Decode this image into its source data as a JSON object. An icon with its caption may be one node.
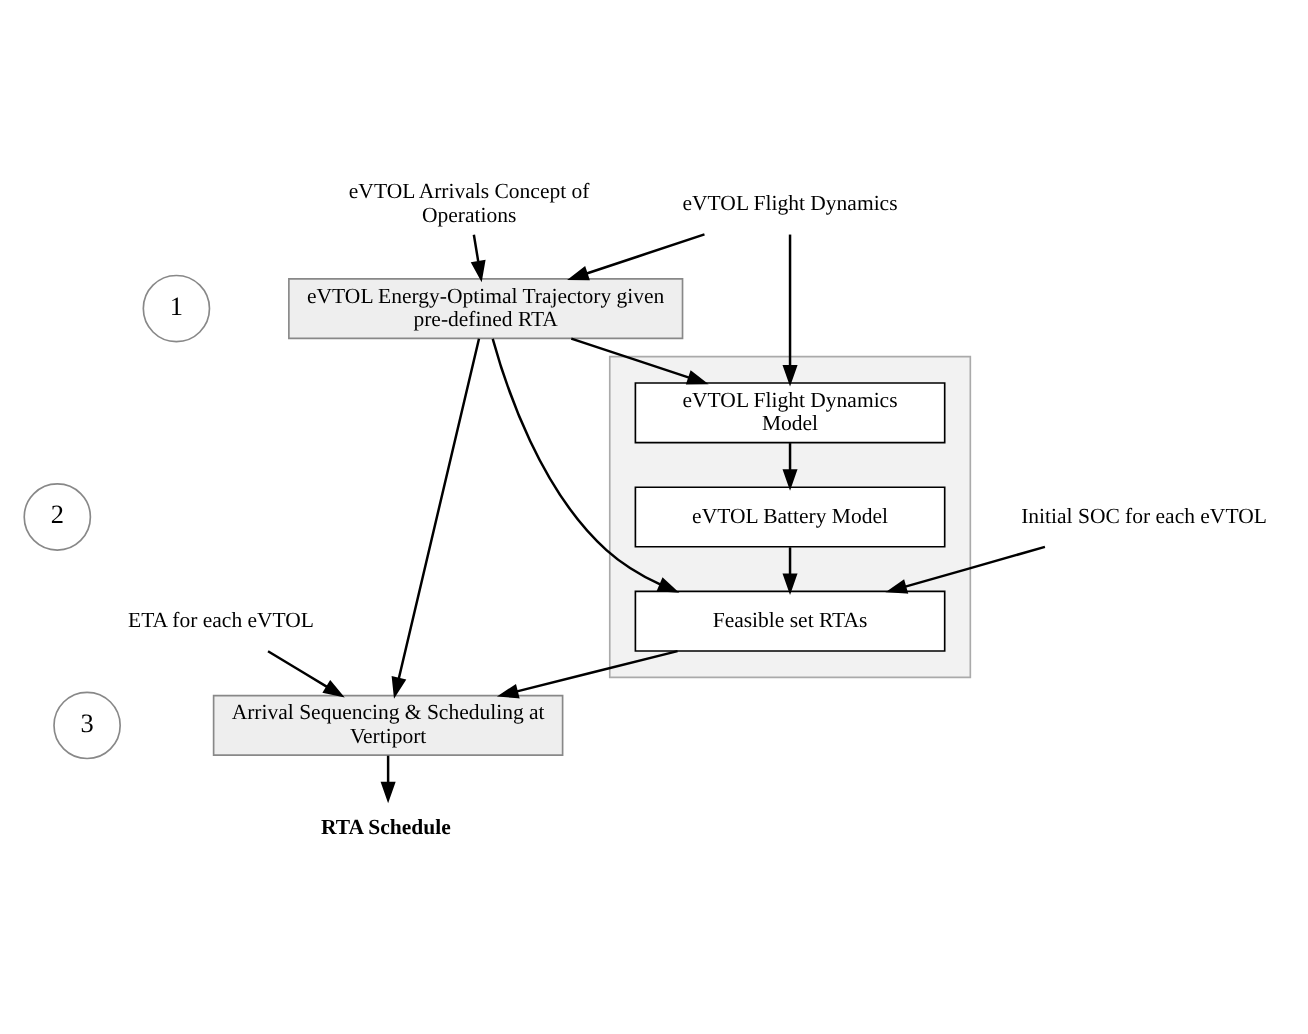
{
  "diagram": {
    "nodes": [
      {
        "text": [
          "eVTOL Arrivals Concept of Operations"
        ]
      },
      {
        "text": [
          "eVTOL Flight Dynamics"
        ]
      },
      {
        "text": [
          "1"
        ]
      },
      {
        "text": [
          "eVTOL Energy-Optimal Trajectory given pre-defined RTA"
        ]
      },
      {
        "text": [
          "2"
        ]
      },
      {
        "text": [],
        "shape": "box"
      },
      {
        "text": [
          "eVTOL Flight Dynamics Model"
        ],
        "in": 5
      },
      {
        "text": [
          "eVTOL Battery Model"
        ],
        "in": 5
      },
      {
        "text": [
          "Feasible set RTAs"
        ],
        "in": 5
      },
      {
        "text": [
          "Initial SOC for each eVTOL"
        ]
      },
      {
        "text": [
          "3"
        ]
      },
      {
        "text": [
          "Arrival Sequencing & Scheduling at Vertiport"
        ]
      },
      {
        "text": [
          "ETA for each eVTOL"
        ]
      },
      {
        "text": [
          "RTA Schedule"
        ]
      }
    ],
    "edges": [
      {
        "from": 0,
        "to": 3,
        "arrow": "to"
      },
      {
        "from": 1,
        "to": 3,
        "arrow": "to"
      },
      {
        "from": 1,
        "to": 6,
        "arrow": "to"
      },
      {
        "from": 3,
        "to": 6,
        "arrow": "to"
      },
      {
        "from": 3,
        "to": 8,
        "arrow": "to"
      },
      {
        "from": 3,
        "to": 11,
        "arrow": "to"
      },
      {
        "from": 6,
        "to": 7,
        "arrow": "to"
      },
      {
        "from": 7,
        "to": 8,
        "arrow": "to"
      },
      {
        "from": 9,
        "to": 8,
        "arrow": "to"
      },
      {
        "from": 8,
        "to": 11,
        "arrow": "to"
      },
      {
        "from": 12,
        "to": 11,
        "arrow": "to"
      },
      {
        "from": 11,
        "to": 13,
        "arrow": "to"
      }
    ]
  }
}
